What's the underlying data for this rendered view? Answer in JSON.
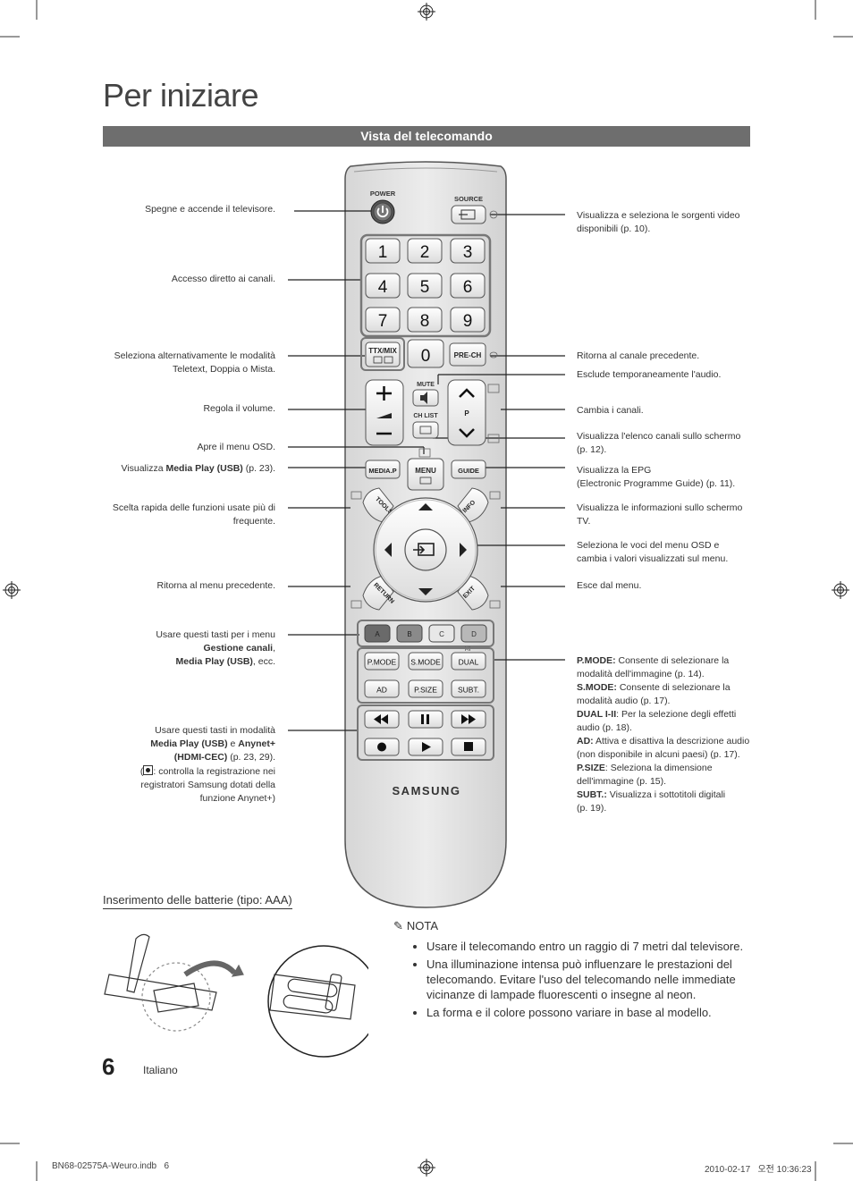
{
  "page": {
    "title": "Per iniziare",
    "section_bar": "Vista del telecomando",
    "page_number": "6",
    "language": "Italiano"
  },
  "remote": {
    "power": "POWER",
    "source": "SOURCE",
    "digits": [
      "1",
      "2",
      "3",
      "4",
      "5",
      "6",
      "7",
      "8",
      "9"
    ],
    "zero": "0",
    "ttx": "TTX/MIX",
    "prech": "PRE-CH",
    "mute": "MUTE",
    "chlist": "CH LIST",
    "p": "P",
    "mediap": "MEDIA.P",
    "menu": "MENU",
    "guide": "GUIDE",
    "tools": "TOOLS",
    "info": "INFO",
    "return": "RETURN",
    "exit": "EXIT",
    "color_keys": [
      "A",
      "B",
      "C",
      "D"
    ],
    "dual_mark": "I-II",
    "mode_keys": [
      "P.MODE",
      "S.MODE",
      "DUAL",
      "AD",
      "P.SIZE",
      "SUBT."
    ],
    "brand": "SAMSUNG"
  },
  "labels_left": {
    "power": "Spegne e accende il televisore.",
    "digits": "Accesso diretto ai canali.",
    "ttx_1": "Seleziona alternativamente le modalità",
    "ttx_2": "Teletext, Doppia o Mista.",
    "volume": "Regola il volume.",
    "menu": "Apre il menu OSD.",
    "mediap_pre": "Visualizza ",
    "mediap_b": "Media Play (USB)",
    "mediap_post": " (p. 23).",
    "tools_1": "Scelta rapida delle funzioni usate più di",
    "tools_2": "frequente.",
    "return": "Ritorna al menu precedente.",
    "color_1": "Usare questi tasti per i menu",
    "color_2b": "Gestione canali",
    "color_2": ",",
    "color_3b": "Media Play (USB)",
    "color_3": ", ecc.",
    "play_1": "Usare questi tasti in modalità",
    "play_2b1": "Media Play (USB)",
    "play_2": " e ",
    "play_2b2": "Anynet+",
    "play_3b": "(HDMI-CEC)",
    "play_3": " (p. 23, 29).",
    "play_4": ": controlla la registrazione nei",
    "play_5": "registratori Samsung dotati della",
    "play_6": "funzione Anynet+)"
  },
  "labels_right": {
    "source_1": "Visualizza e seleziona le sorgenti video",
    "source_2": "disponibili (p. 10).",
    "prech": "Ritorna al canale precedente.",
    "mute": "Esclude temporaneamente l'audio.",
    "channel": "Cambia i canali.",
    "chlist_1": "Visualizza l'elenco canali sullo schermo",
    "chlist_2": "(p. 12).",
    "guide_1": "Visualizza la EPG",
    "guide_2": "(Electronic Programme Guide) (p. 11).",
    "info_1": "Visualizza le informazioni sullo schermo",
    "info_2": "TV.",
    "nav_1": "Seleziona le voci del menu OSD e",
    "nav_2": "cambia i valori visualizzati sul menu.",
    "exit": "Esce dal menu.",
    "pmode_b": "P.MODE:",
    "pmode_1": " Consente di selezionare la",
    "pmode_2": "modalità dell'immagine (p. 14).",
    "smode_b": "S.MODE:",
    "smode_1": " Consente di selezionare la",
    "smode_2": "modalità audio (p. 17).",
    "dual_b": "DUAL I-II",
    "dual_1": ": Per la selezione degli effetti",
    "dual_2": "audio (p. 18).",
    "ad_b": "AD:",
    "ad_1": " Attiva e disattiva la descrizione audio",
    "ad_2": "(non disponibile in alcuni paesi) (p. 17).",
    "psize_b": "P.SIZE",
    "psize_1": ": Seleziona la dimensione",
    "psize_2": "dell'immagine (p. 15).",
    "subt_b": "SUBT.:",
    "subt_1": " Visualizza i sottotitoli digitali",
    "subt_2": "(p. 19)."
  },
  "battery": {
    "heading": "Inserimento delle batterie (tipo: AAA)"
  },
  "nota": {
    "heading": "NOTA",
    "items": [
      "Usare il telecomando entro un raggio di 7 metri dal televisore.",
      "Una illuminazione intensa può influenzare le prestazioni del telecomando. Evitare l'uso del telecomando nelle immediate vicinanze di lampade fluorescenti o insegne al neon.",
      "La forma e il colore possono variare in base al modello."
    ]
  },
  "footer": {
    "file": "BN68-02575A-Weuro.indb   6",
    "date": "2010-02-17   오전 10:36:23"
  }
}
